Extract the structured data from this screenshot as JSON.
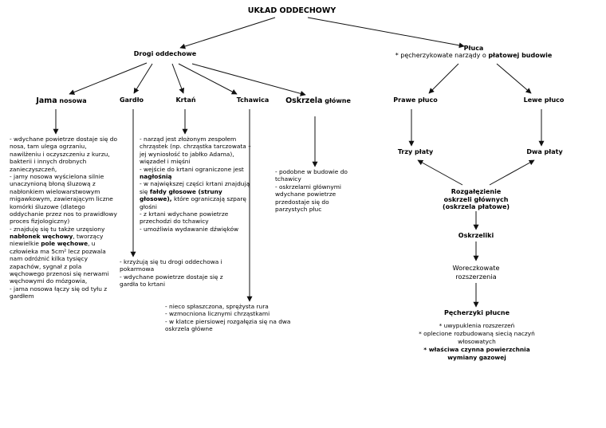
{
  "title": "UKŁAD ODDECHOWY",
  "drogi": {
    "label": "Drogi oddechowe"
  },
  "pluca": {
    "label": "Płuca",
    "sub_prefix": "* pęcherzykowate narządy o ",
    "sub_bold": "płatowej budowie"
  },
  "branches": {
    "jama": {
      "label_bold": "Jama",
      "label_rest": " nosowa"
    },
    "gardlo": {
      "label": "Gardło"
    },
    "krtan": {
      "label": "Krtań"
    },
    "tchawica": {
      "label": "Tchawica"
    },
    "oskrzela": {
      "label_bold": "Oskrzela",
      "label_rest": " główne"
    }
  },
  "notes": {
    "jama": [
      {
        "t": "- wdychane powietrze dostaje się do nosa, tam ulega ogrzaniu, nawilżeniu i oczyszczeniu z kurzu, bakterii i innych drobnych zanieczyszczeń,"
      },
      {
        "t": "- jamy nosowa wyścielona silnie unaczynioną błoną śluzową z nabłonkiem wielowarstwowym migawkowym, zawierającym liczne komórki śluzowe (dlatego oddychanie przez nos to prawidłowy proces fizjologiczny)"
      },
      {
        "t": "- znajduję się tu także urzęsiony "
      },
      {
        "b": "nabłonek węchowy"
      },
      {
        "t": ", tworzący niewielkie "
      },
      {
        "b": "pole węchowe"
      },
      {
        "t": ", u człowieka ma 5cm² lecz pozwala nam odróżnić kilka tysięcy zapachów, sygnał z pola węchowego przenosi się nerwami węchowymi do mózgowia,"
      },
      {
        "t": "- jama nosowa łączy się od tyłu z gardłem"
      }
    ],
    "gardlo": [
      "- krzyżują się tu drogi oddechowa i pokarmowa",
      "- wdychane powietrze dostaje się z gardła to krtani"
    ],
    "krtan": [
      {
        "t": "- narząd jest złożonym zespołem chrząstek (np. chrząstka tarczowata – jej wyniosłość to jabłko Adama), więzadeł i mięśni"
      },
      {
        "t": "- wejście do krtani ograniczone jest "
      },
      {
        "b": "nagłośnią"
      },
      {
        "t": "- w największej części krtani znajdują się "
      },
      {
        "b": "fałdy głosowe (struny głosowe),"
      },
      {
        "t": " które ograniczają szparę głośni"
      },
      {
        "t": "- z krtani wdychane powietrze przechodzi do tchawicy"
      },
      {
        "t": "- umożliwia wydawanie dźwięków"
      }
    ],
    "tchawica": [
      "- nieco spłaszczona, sprężysta rura",
      "- wzmocniona licznymi chrząstkami",
      "- w klatce piersiowej rozgałęzia się na dwa oskrzela główne"
    ],
    "oskrzela": [
      "- podobne w budowie do tchawicy",
      "- oskrzelami głównymi wdychane powietrze przedostaje się do parzystych płuc"
    ]
  },
  "lungs": {
    "prawe": "Prawe płuco",
    "lewe": "Lewe płuco",
    "trzy": "Trzy płaty",
    "dwa": "Dwa płaty",
    "rozgalezienie": "Rozgałęzienie oskrzeli głównych (oskrzela płatowe)",
    "oskrzeliki": "Oskrzeliki",
    "woreczkowate": "Woreczkowate rozszerzenia",
    "pecherzyki": "Pęcherzyki płucne",
    "pecherzyki_notes": [
      {
        "text": "* uwypuklenia rozszerzeń",
        "bold": false
      },
      {
        "text": "* oplecione rozbudowaną siecią naczyń włosowatych",
        "bold": false
      },
      {
        "text": "* właściwa czynna powierzchnia wymiany gazowej",
        "bold": true
      }
    ]
  }
}
